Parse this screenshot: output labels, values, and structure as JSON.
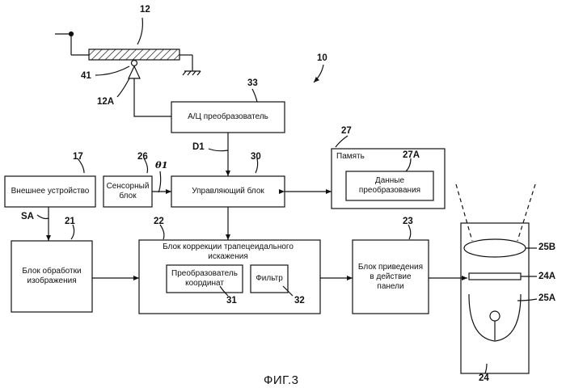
{
  "figure_caption": "ФИГ.3",
  "refs": {
    "system": "10",
    "sensor_element": "12",
    "sensor_element_a": "12A",
    "pivot": "41",
    "adc": "33",
    "external": "17",
    "sensor_block": "26",
    "control": "30",
    "memory": "27",
    "conversion_data": "27A",
    "image_processing": "21",
    "keystone": "22",
    "panel_drive": "23",
    "coord_converter": "31",
    "filter": "32",
    "projector": "24",
    "lens": "25B",
    "panel": "24A",
    "lamp": "25A"
  },
  "signals": {
    "d1": "D1",
    "theta1": "θ1",
    "sa": "SA"
  },
  "blocks": {
    "adc": "А/Ц преобразователь",
    "external": "Внешнее устройство",
    "sensor": "Сенсорный\nблок",
    "control": "Управляющий блок",
    "memory": "Память",
    "conversion_data": "Данные\nпреобразования",
    "image_processing": "Блок обработки\nизображения",
    "keystone": "Блок коррекции трапецеидального\nискажения",
    "coord_converter": "Преобразователь\nкоординат",
    "filter": "Фильтр",
    "panel_drive": "Блок приведения\nв действие\nпанели"
  }
}
